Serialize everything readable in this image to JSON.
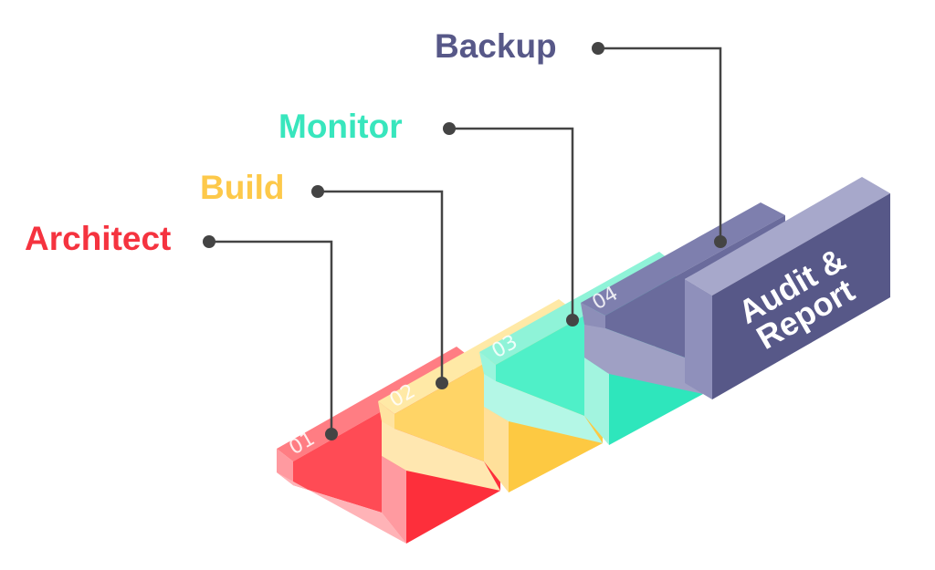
{
  "steps": [
    {
      "number": "01",
      "label": "Architect",
      "color": "#f5333f"
    },
    {
      "number": "02",
      "label": "Build",
      "color": "#fdc94a"
    },
    {
      "number": "03",
      "label": "Monitor",
      "color": "#38e6bd"
    },
    {
      "number": "04",
      "label": "Backup",
      "color": "#575888"
    }
  ],
  "final_block": {
    "line1": "Audit &",
    "line2": "Report",
    "color": "#5c5b8e"
  }
}
